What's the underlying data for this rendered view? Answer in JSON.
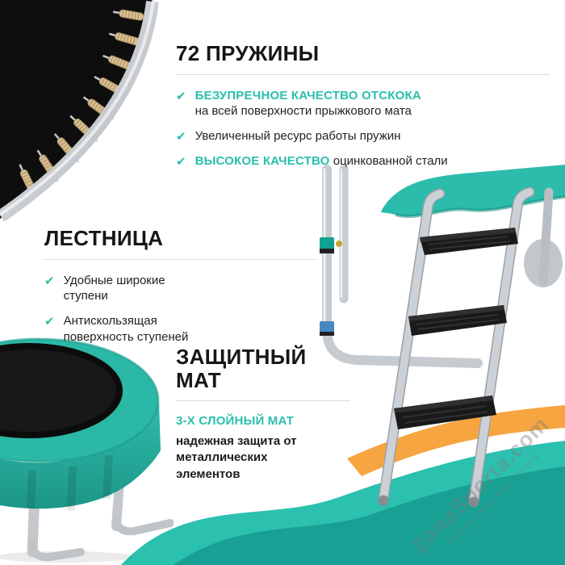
{
  "colors": {
    "teal_accent": "#29BFAE",
    "teal_dark": "#17A093",
    "orange": "#F6A540",
    "text": "#1C1C1C",
    "rule": "#DCDCDC",
    "watermark": "#7D7D7D"
  },
  "icons": {
    "check": "✔"
  },
  "sections": {
    "springs": {
      "title": "72 ПРУЖИНЫ",
      "items": [
        {
          "highlight": "БЕЗУПРЕЧНОЕ КАЧЕСТВО ОТСКОКА",
          "text": "на всей поверхности прыжкового мата"
        },
        {
          "highlight": "",
          "text": "Увеличенный ресурс работы пружин"
        },
        {
          "highlight": "ВЫСОКОЕ КАЧЕСТВО",
          "text": "оцинкованной стали"
        }
      ]
    },
    "ladder": {
      "title": "ЛЕСТНИЦА",
      "items": [
        {
          "text": "Удобные широкие ступени"
        },
        {
          "text": "Антискользящая поверхность ступеней"
        }
      ]
    },
    "mat": {
      "title": "ЗАЩИТНЫЙ МАТ",
      "subtitle": "3-Х СЛОЙНЫЙ МАТ",
      "description": "надежная защита от металлических элементов"
    }
  },
  "watermark": {
    "brand": "ZonaSporta.com",
    "slogan": "создай свою зону спорта"
  }
}
